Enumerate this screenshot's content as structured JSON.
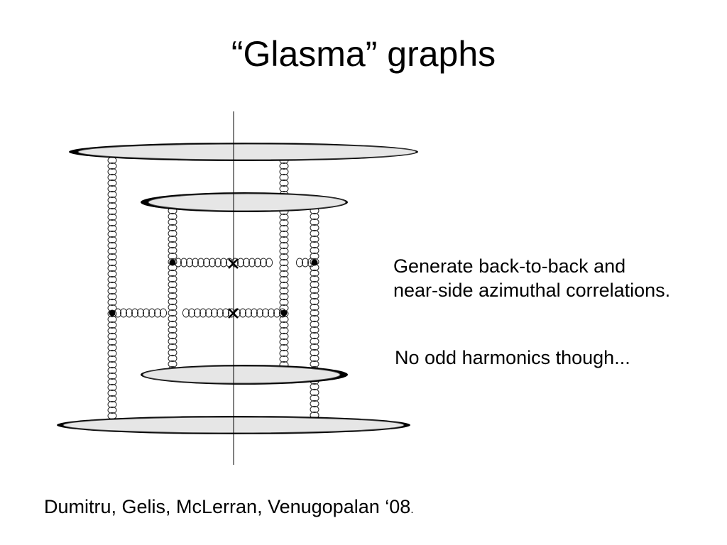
{
  "slide": {
    "title": "“Glasma” graphs",
    "notes": [
      "Generate back-to-back and",
      "near-side azimuthal correlations.",
      "No odd harmonics though..."
    ],
    "citation": "Dumitru, Gelis, McLerran, Venugopalan ‘08",
    "citation_end": "."
  },
  "diagram": {
    "fill_color": "#e6e6e6",
    "stroke_color": "#000000",
    "icons": [
      "vertex-dot-icon",
      "cross-icon",
      "gluon-coil-icon"
    ]
  }
}
